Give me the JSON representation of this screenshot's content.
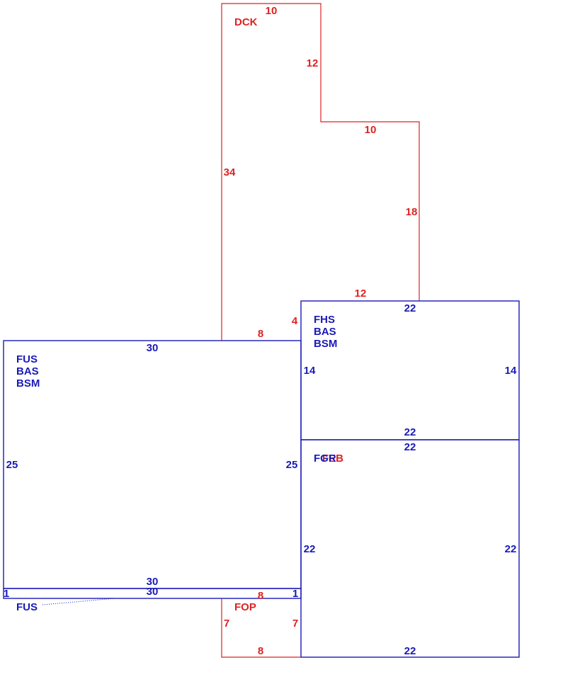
{
  "colors": {
    "red": "#dd2222",
    "blue": "#1a1ab8"
  },
  "areas": {
    "dck": {
      "code": "DCK",
      "dims": {
        "top": "10",
        "step_side": "12",
        "step_top": "10",
        "right": "18",
        "bottom": "12",
        "left": "34",
        "lower_step": "4",
        "base": "8"
      }
    },
    "fhs": {
      "codes": [
        "FHS",
        "BAS",
        "BSM"
      ],
      "dims": {
        "top": "22",
        "left": "14",
        "right": "14",
        "bottom": "22"
      }
    },
    "fus_main": {
      "codes": [
        "FUS",
        "BAS",
        "BSM"
      ],
      "dims": {
        "top": "30",
        "left": "25",
        "right": "25",
        "bottom": "30"
      }
    },
    "fgr": {
      "overlap_codes": [
        "FGR",
        "FEB"
      ],
      "dims": {
        "top": "22",
        "left": "22",
        "right": "22",
        "bottom": "22"
      }
    },
    "fus_strip": {
      "code": "FUS",
      "dims": {
        "top": "30",
        "left": "1",
        "right": "1"
      }
    },
    "fop": {
      "code": "FOP",
      "dims": {
        "top": "8",
        "left": "7",
        "right": "7",
        "bottom": "8"
      }
    }
  }
}
